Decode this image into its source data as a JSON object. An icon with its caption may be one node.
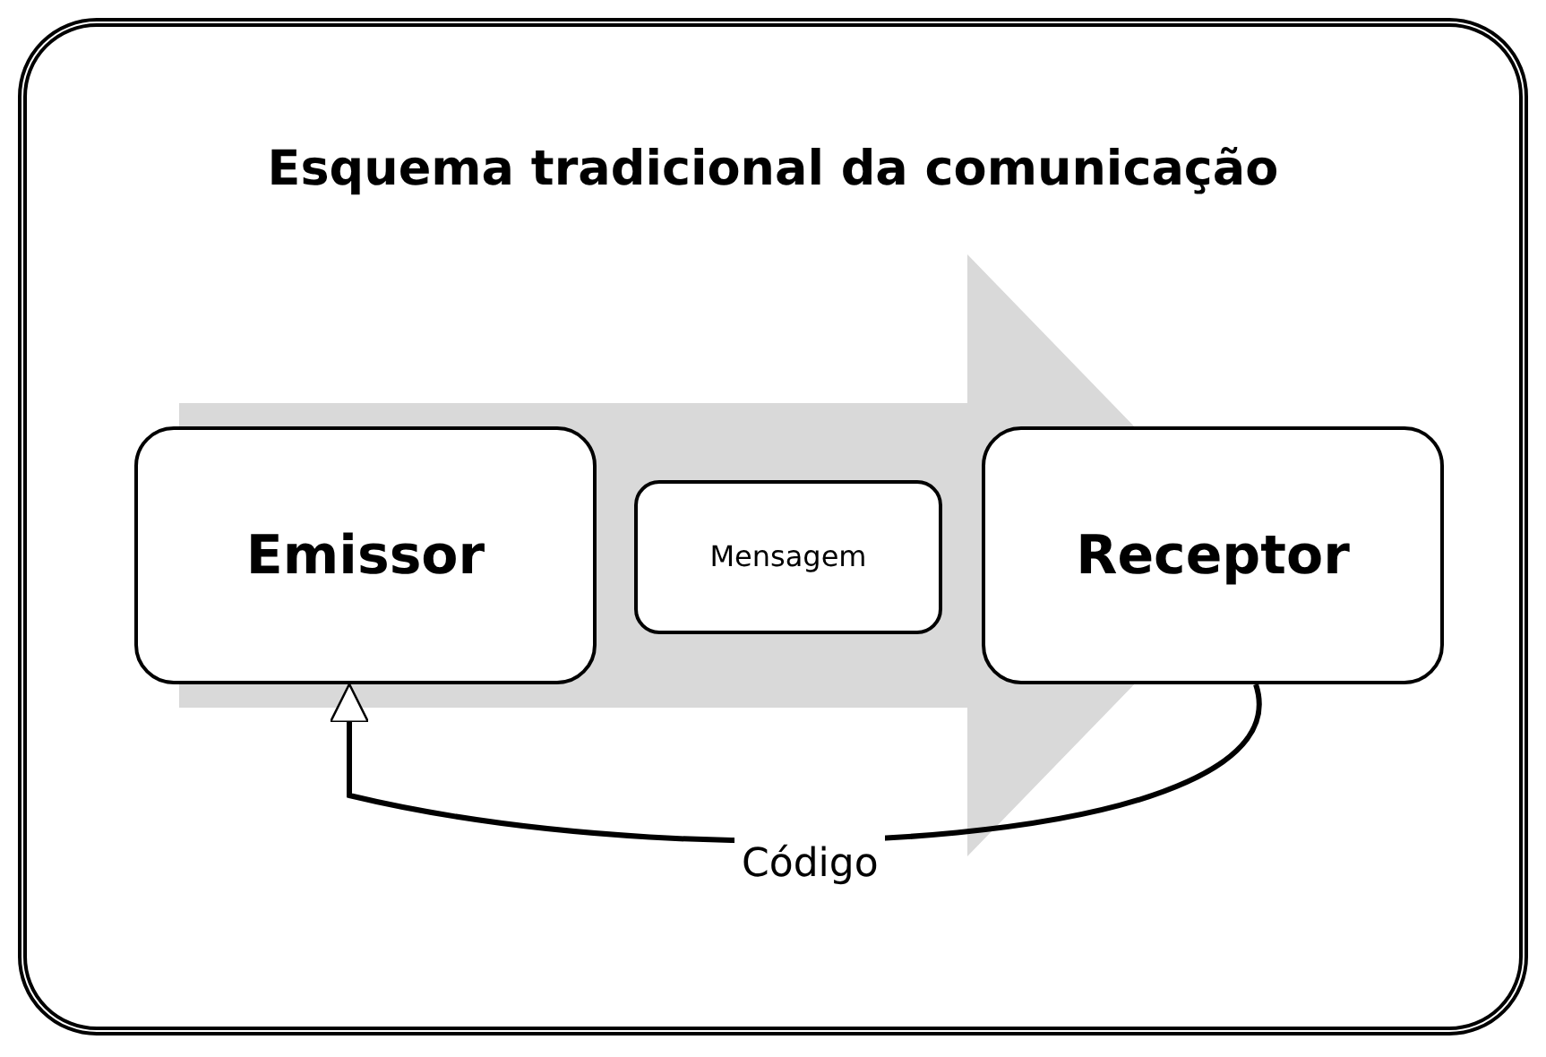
{
  "diagram": {
    "title": "Esquema tradicional da comunicação",
    "nodes": [
      {
        "text": [
          "Emissor"
        ]
      },
      {
        "text": [
          "Mensagem"
        ]
      },
      {
        "text": [
          "Receptor"
        ]
      }
    ],
    "edges": [
      {
        "from": 0,
        "to": 2,
        "arrow": "to",
        "style": "thick",
        "color": "#d9d9d9"
      },
      {
        "from": 2,
        "to": 0,
        "arrow": "to",
        "label": "Código"
      }
    ]
  }
}
